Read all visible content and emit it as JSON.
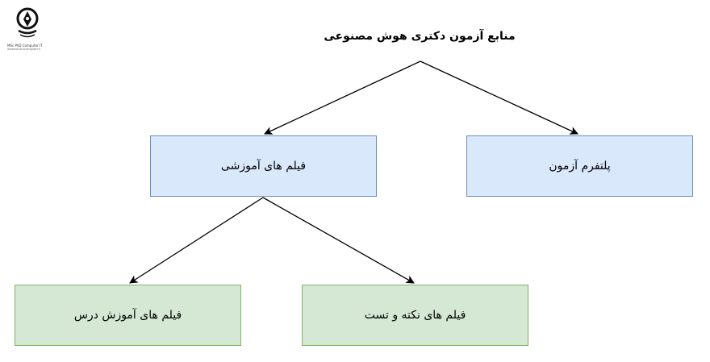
{
  "logo": {
    "icon": "pen-nib-logo-icon",
    "line1": "MSc PhD Computer IT",
    "line2": "www.konkurcomputer.ir"
  },
  "title": "منابع آزمون دکتری هوش مصنوعی",
  "nodes": {
    "films": "فیلم های آموزشی",
    "platform": "پلتفرم آزمون",
    "lessons": "فیلم های آموزش درس",
    "tips": "فیلم های نکته و تست"
  },
  "colors": {
    "blue_fill": "#dae8fc",
    "blue_stroke": "#6c8ebf",
    "green_fill": "#d5e8d4",
    "green_stroke": "#82b366",
    "edge": "#000000"
  }
}
